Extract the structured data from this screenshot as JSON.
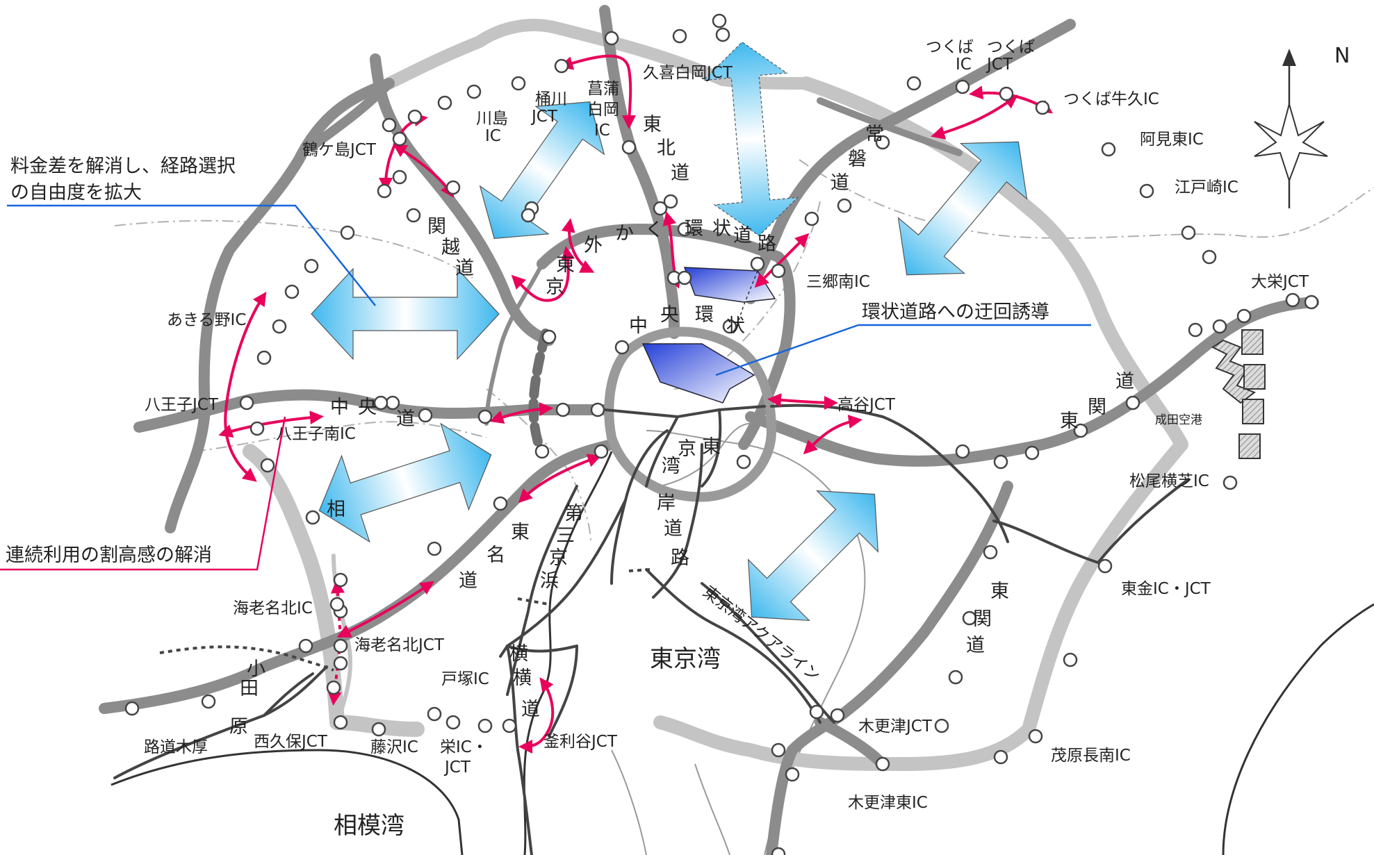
{
  "callouts": {
    "fare_line1": "料金差を解消し、経路選択",
    "fare_line2": "の自由度を拡大",
    "detour": "環状道路への迂回誘導",
    "continuous": "連続利用の割高感の解消"
  },
  "compass": {
    "north": "N"
  },
  "waters": {
    "tokyo_bay": "東京湾",
    "sagami_bay": "相模湾"
  },
  "road_chars": {
    "kanetsu": [
      "関",
      "越",
      "道"
    ],
    "tohoku": [
      "東",
      "北",
      "道"
    ],
    "joban": [
      "常",
      "磐",
      "道"
    ],
    "gaikan": [
      "外",
      "か",
      "く",
      "環",
      "状",
      "道",
      "路"
    ],
    "tokan": [
      "東",
      "京",
      "外"
    ],
    "chuo_kanjo": [
      "中",
      "央",
      "環",
      "状"
    ],
    "chuo": [
      "中",
      "央",
      "道"
    ],
    "sagami": [
      "相"
    ],
    "tomei": [
      "東",
      "名",
      "道"
    ],
    "daisan_keihin": [
      "第",
      "三",
      "京",
      "浜"
    ],
    "yokoyoko": [
      "横",
      "横",
      "道"
    ],
    "wangan": [
      "湾",
      "岸",
      "道",
      "路"
    ],
    "higashi_kanto": [
      "道",
      "関",
      "東"
    ],
    "tateyama": [
      "東",
      "関",
      "道"
    ],
    "odawara": [
      "小",
      "田",
      "原"
    ],
    "shuto_east": [
      "京",
      "東"
    ],
    "aqualine": "東京湾アクアライン",
    "atsugi": "路道木厚"
  },
  "places": {
    "kuki_shiraoka": "久喜白岡JCT",
    "tsukuba_ic_1": "つくば",
    "tsukuba_ic_2": "IC",
    "tsukuba_jct_1": "つくば",
    "tsukuba_jct_2": "JCT",
    "tsukuba_ushiku": "つくば牛久IC",
    "ami_higashi": "阿見東IC",
    "edosaki": "江戸崎IC",
    "okegawa_1": "桶川",
    "okegawa_2": "JCT",
    "kawajima_1": "川島",
    "kawajima_2": "IC",
    "shobu_1": "菖蒲",
    "shobu_2": "白岡",
    "shobu_3": "IC",
    "tsurugashima": "鶴ケ島JCT",
    "misato_minami": "三郷南IC",
    "taiei": "大栄JCT",
    "akiruno": "あきる野IC",
    "hachioji_jct": "八王子JCT",
    "hachioji_minami": "八王子南IC",
    "narita_airport": "成田空港",
    "koya": "高谷JCT",
    "matsuo_yokoshiba": "松尾横芝IC",
    "togane": "東金IC・JCT",
    "ebina_kita_ic": "海老名北IC",
    "ebina_kita_jct": "海老名北JCT",
    "totsuka": "戸塚IC",
    "kamariya": "釜利谷JCT",
    "nishikubo": "西久保JCT",
    "fujisawa": "藤沢IC",
    "sakae_1": "栄IC・",
    "sakae_2": "JCT",
    "kisarazu_jct": "木更津JCT",
    "kisarazu_higashi": "木更津東IC",
    "mobara_nagaminami": "茂原長南IC"
  }
}
